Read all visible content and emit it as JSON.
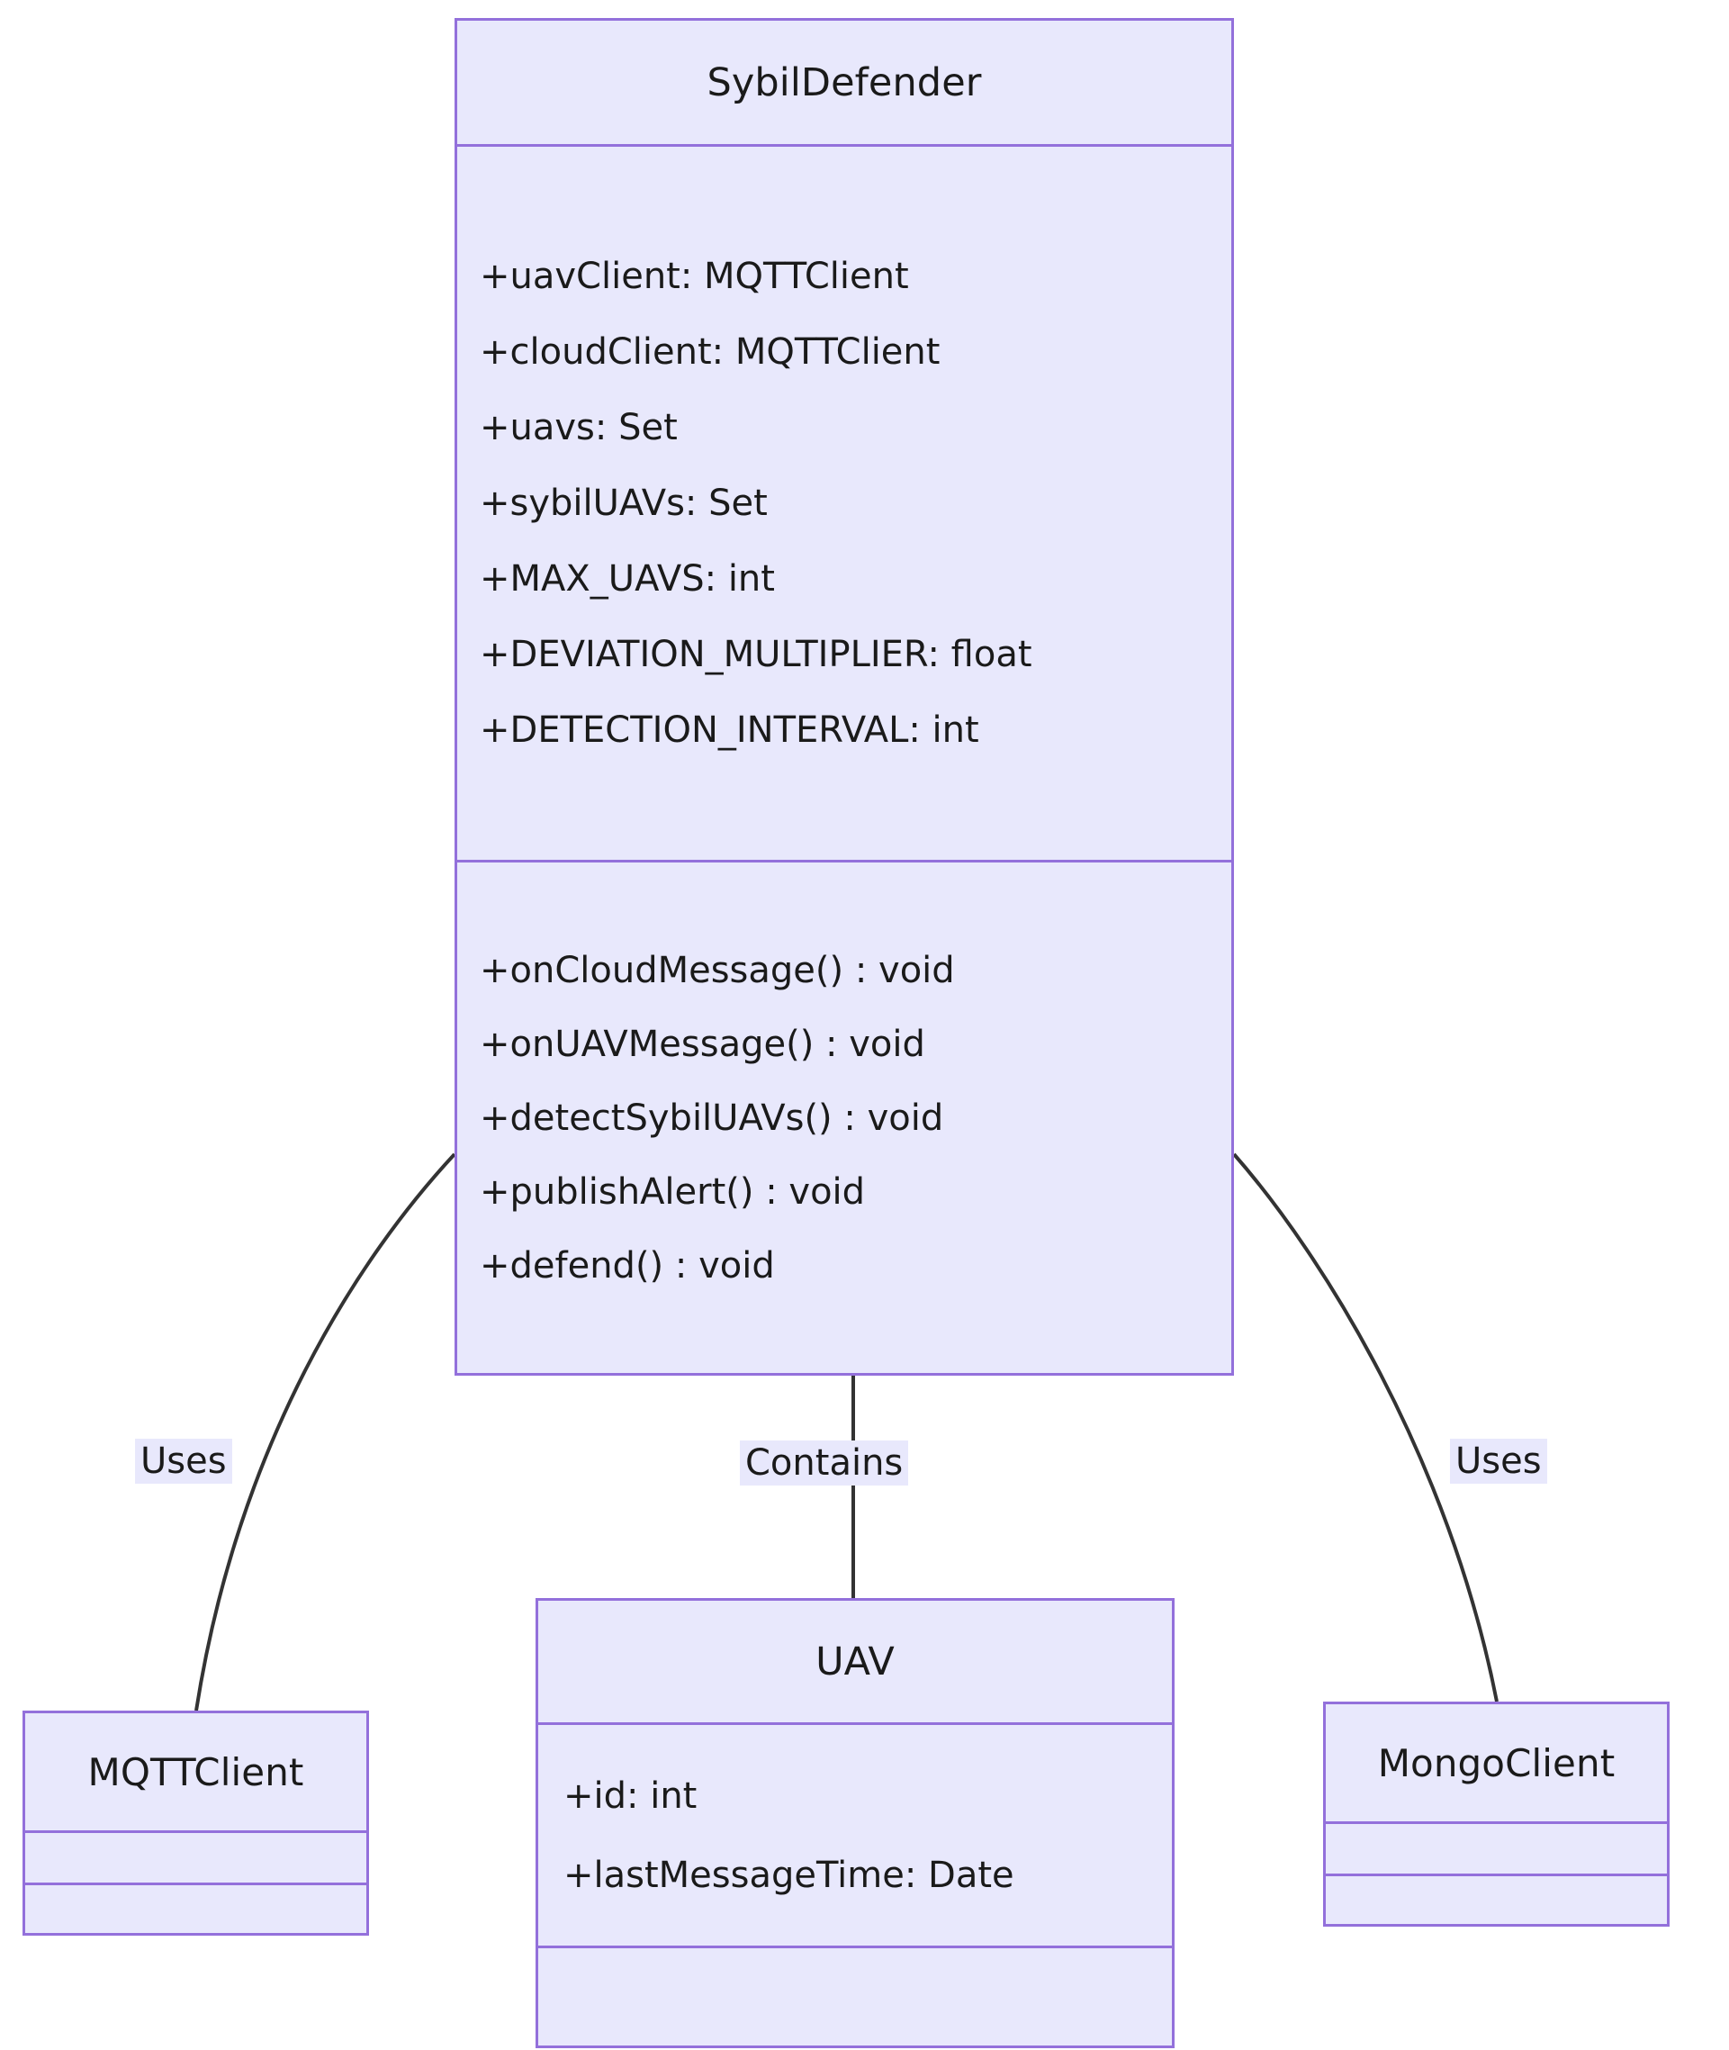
{
  "diagram": {
    "type": "uml-class-diagram",
    "colors": {
      "class_border": "#9370db",
      "class_fill": "#e8e8fc",
      "edge_stroke": "#333333",
      "label_background": "#e8e8fc",
      "text": "#1a1a1a",
      "page_background": "#ffffff"
    },
    "classes": [
      {
        "id": "sybildefender",
        "name": "SybilDefender",
        "attributes": [
          "+uavClient: MQTTClient",
          "+cloudClient: MQTTClient",
          "+uavs: Set",
          "+sybilUAVs: Set",
          "+MAX_UAVS: int",
          "+DEVIATION_MULTIPLIER: float",
          "+DETECTION_INTERVAL: int"
        ],
        "methods": [
          "+onCloudMessage() : void",
          "+onUAVMessage() : void",
          "+detectSybilUAVs() : void",
          "+publishAlert() : void",
          "+defend() : void"
        ]
      },
      {
        "id": "mqttclient",
        "name": "MQTTClient",
        "attributes": [],
        "methods": []
      },
      {
        "id": "uav",
        "name": "UAV",
        "attributes": [
          "+id: int",
          "+lastMessageTime: Date"
        ],
        "methods": []
      },
      {
        "id": "mongoclient",
        "name": "MongoClient",
        "attributes": [],
        "methods": []
      }
    ],
    "relationships": [
      {
        "id": "uses-left",
        "from": "SybilDefender",
        "to": "MQTTClient",
        "label": "Uses"
      },
      {
        "id": "contains",
        "from": "SybilDefender",
        "to": "UAV",
        "label": "Contains"
      },
      {
        "id": "uses-right",
        "from": "SybilDefender",
        "to": "MongoClient",
        "label": "Uses"
      }
    ]
  }
}
